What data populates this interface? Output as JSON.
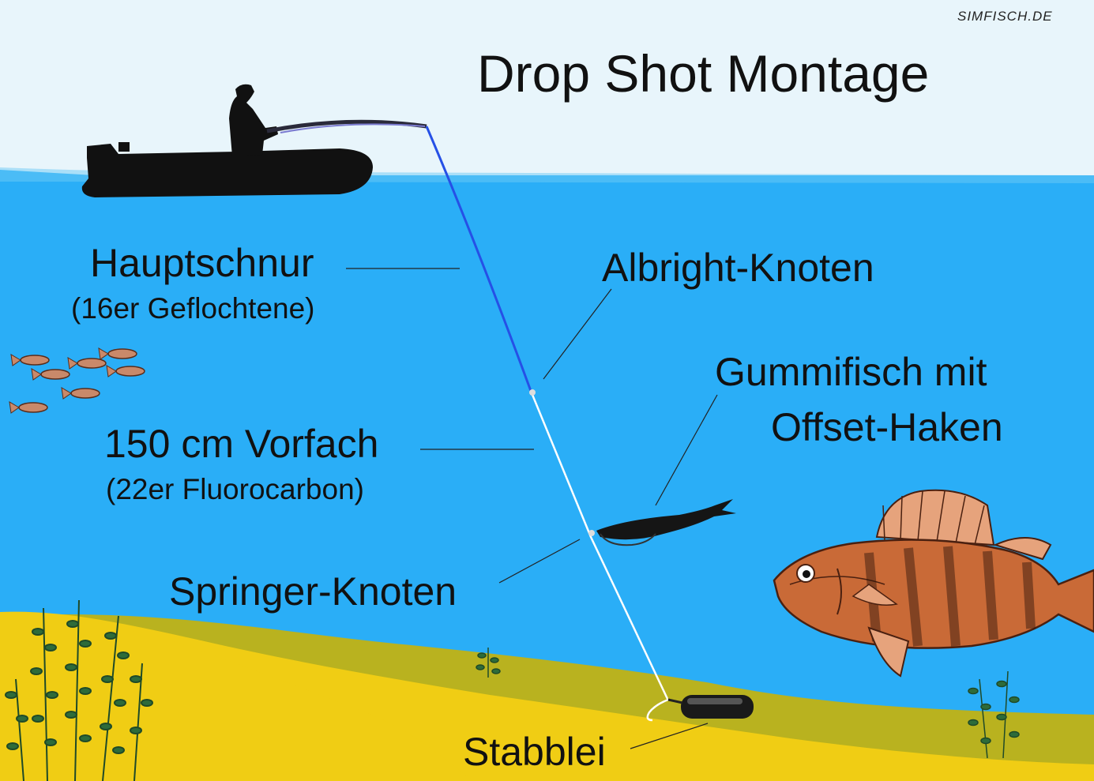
{
  "credit": "SIMFISCH.DE",
  "title": "Drop Shot Montage",
  "labels": {
    "hauptschnur": "Hauptschnur",
    "hauptschnur_detail": "(16er Geflochtene)",
    "vorfach": "150 cm Vorfach",
    "vorfach_detail": "(22er Fluorocarbon)",
    "albright": "Albright-Knoten",
    "gummifisch_line1": "Gummifisch mit",
    "gummifisch_line2": "Offset-Haken",
    "springer": "Springer-Knoten",
    "stabblei": "Stabblei"
  },
  "colors": {
    "sky": "#e8f5fb",
    "water": "#2aaef7",
    "sand_dark": "#b9b21f",
    "sand_light": "#f0cd14",
    "main_line": "#2650e6",
    "leader_line": "#ffffff",
    "silhouette": "#111111",
    "plant": "#2e6b3a",
    "perch": "#c96a37"
  }
}
